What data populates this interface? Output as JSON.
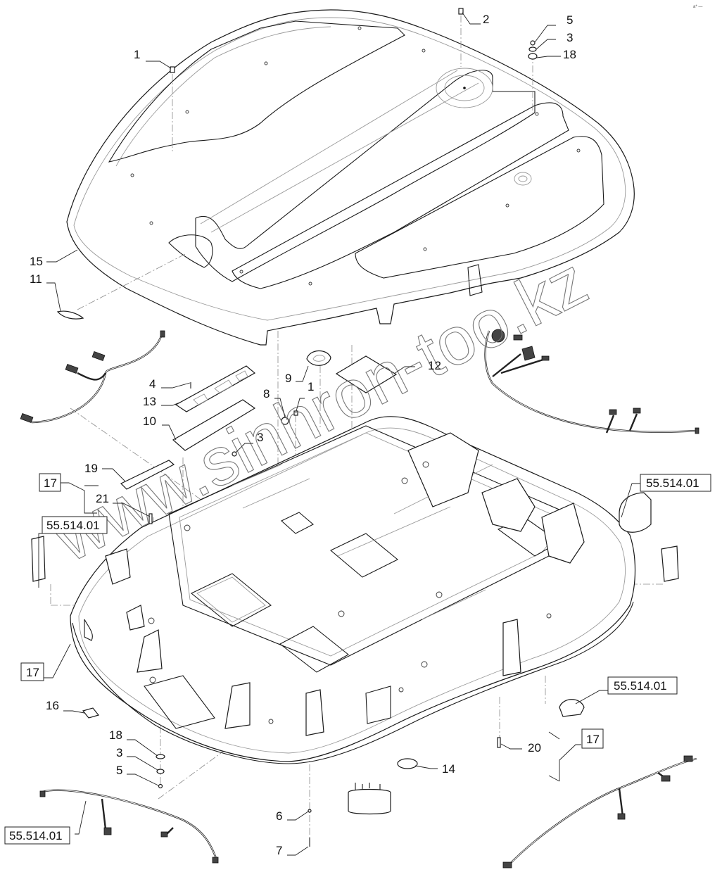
{
  "diagram": {
    "type": "exploded parts view",
    "subject": "cab roof assembly (roof panel, headliner base, wiring harnesses and lamps)",
    "corner_mark": "a* —"
  },
  "watermark": {
    "text": "www.sinhron-too.kz"
  },
  "callouts": [
    {
      "id": "c1-top",
      "label": "1"
    },
    {
      "id": "c2",
      "label": "2"
    },
    {
      "id": "c5-top",
      "label": "5"
    },
    {
      "id": "c3-top",
      "label": "3"
    },
    {
      "id": "c18-top",
      "label": "18"
    },
    {
      "id": "c15",
      "label": "15"
    },
    {
      "id": "c11",
      "label": "11"
    },
    {
      "id": "c9",
      "label": "9"
    },
    {
      "id": "c12",
      "label": "12"
    },
    {
      "id": "c4",
      "label": "4"
    },
    {
      "id": "c13",
      "label": "13"
    },
    {
      "id": "c8",
      "label": "8"
    },
    {
      "id": "c1-mid",
      "label": "1"
    },
    {
      "id": "c10",
      "label": "10"
    },
    {
      "id": "c3-mid",
      "label": "3"
    },
    {
      "id": "c19",
      "label": "19"
    },
    {
      "id": "c21",
      "label": "21"
    },
    {
      "id": "c16",
      "label": "16"
    },
    {
      "id": "c18-bot",
      "label": "18"
    },
    {
      "id": "c3-bot",
      "label": "3"
    },
    {
      "id": "c5-bot",
      "label": "5"
    },
    {
      "id": "c20",
      "label": "20"
    },
    {
      "id": "c14",
      "label": "14"
    },
    {
      "id": "c6",
      "label": "6"
    },
    {
      "id": "c7",
      "label": "7"
    }
  ],
  "reference_boxes": [
    {
      "id": "ref17-left-top",
      "label": "17"
    },
    {
      "id": "ref-harness-left",
      "label": "55.514.01"
    },
    {
      "id": "ref17-left-bottom",
      "label": "17"
    },
    {
      "id": "ref-lamp-right",
      "label": "55.514.01"
    },
    {
      "id": "ref-lamp-bottom-right",
      "label": "55.514.01"
    },
    {
      "id": "ref17-right",
      "label": "17"
    },
    {
      "id": "ref-harness-bottom",
      "label": "55.514.01"
    }
  ]
}
